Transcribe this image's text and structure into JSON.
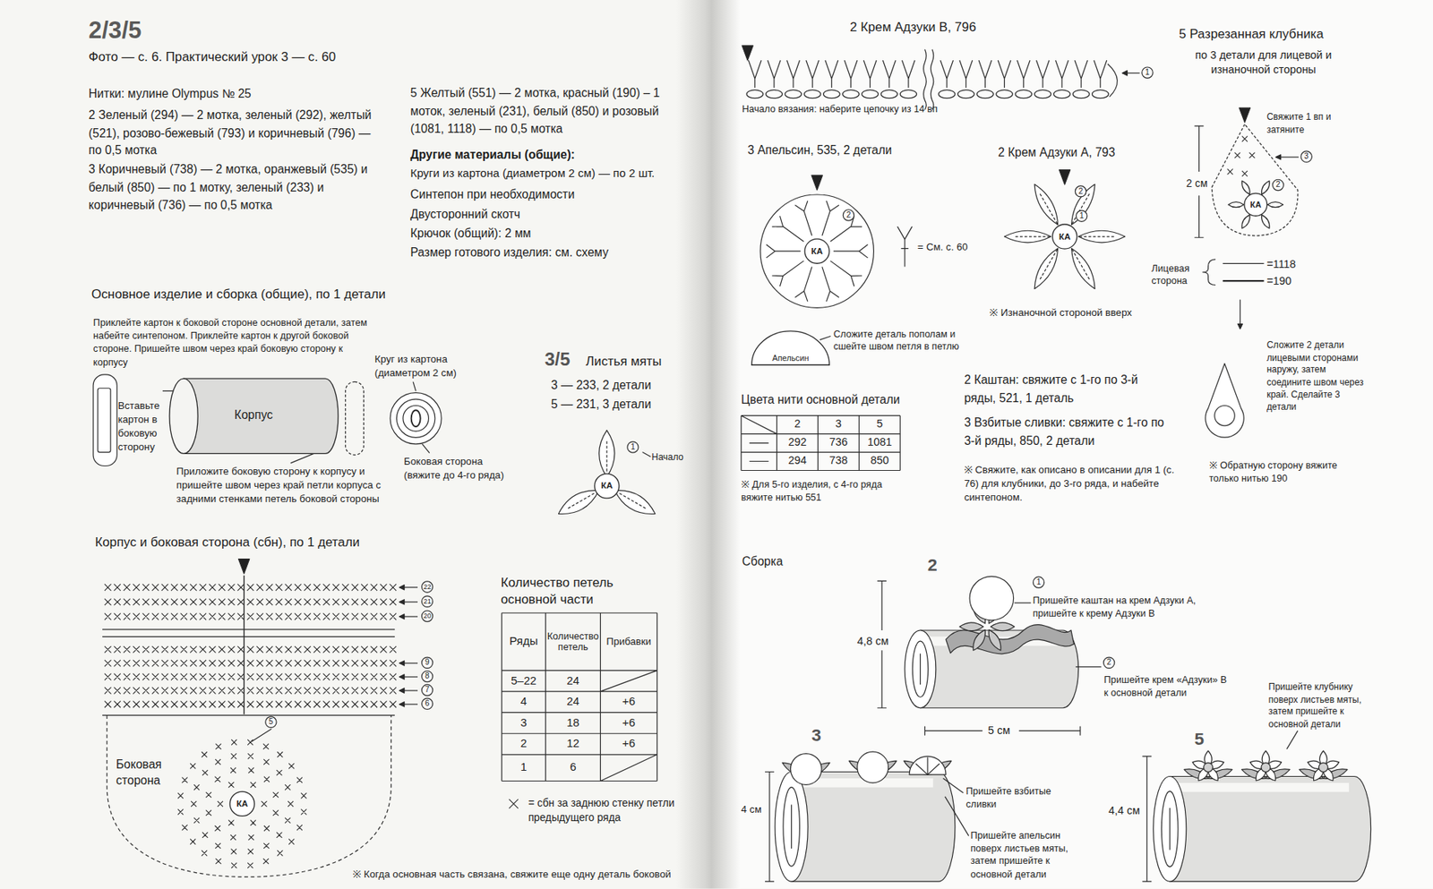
{
  "diagram": {
    "title": "2/3/5",
    "nodes": [
      {
        "text": [
          "Корпус"
        ]
      },
      {
        "text": [
          "КА"
        ]
      },
      {
        "text": [
          "КА"
        ]
      },
      {
        "text": [
          "КА"
        ]
      },
      {
        "text": [
          "КА"
        ]
      },
      {
        "text": [
          "КА"
        ]
      },
      {
        "text": [
          "Апельсин"
        ]
      }
    ],
    "labels": [
      "Фото — с. 6. Практический урок 3 — с. 60",
      "Нитки: мулине Olympus № 25",
      "2 Зеленый (294) — 2 мотка, зеленый (292), желтый (521), розово-бежевый (793) и коричневый (796) — по 0,5 мотка",
      "3 Коричневый (738) — 2 мотка, оранжевый (535) и белый (850) — по 1 мотку, зеленый (233) и коричневый (736) — по 0,5 мотка",
      "5 Желтый (551) — 2 мотка, красный (190) – 1 моток, зеленый (231), белый (850) и розовый (1081, 1118) — по 0,5 мотка",
      "Другие материалы (общие):",
      "Круги из картона (диаметром 2 см) — по 2 шт.",
      "Синтепон при необходимости",
      "Двусторонний скотч",
      "Крючок (общий): 2 мм",
      "Размер готового изделия: см. схему",
      "Основное изделие и сборка (общие), по 1 детали",
      "Приклейте картон к боковой стороне основной детали, затем набейте синтепоном. Приклейте картон к другой боковой стороне. Пришейте швом через край боковую сторону к корпусу",
      "Вставьте картон в боковую сторону",
      "Круг из картона (диаметром 2 см)",
      "Приложите боковую сторону к корпусу и пришейте швом через край петли корпуса с задними стенками петель боковой стороны",
      "Боковая сторона (вяжите до 4-го ряда)",
      "3/5",
      "Листья мяты",
      "3 — 233, 2 детали",
      "5 — 231, 3 детали",
      "1",
      "Начало",
      "Корпус и боковая сторона (сбн), по 1 детали",
      "22",
      "21",
      "20",
      "9",
      "8",
      "7",
      "6",
      "Боковая сторона",
      "5",
      "Количество петель основной части",
      "Ряды",
      "Количество петель",
      "Прибавки",
      "5–22",
      "24",
      "4",
      "24",
      "+6",
      "3",
      "18",
      "+6",
      "2",
      "12",
      "+6",
      "1",
      "6",
      "= сбн за заднюю стенку петли предыдущего ряда",
      "※ Когда основная часть связана, свяжите еще одну деталь боковой",
      "2 Крем Адзуки B, 796",
      "1",
      "Начало вязания: наберите цепочку из 14 вп",
      "5 Разрезанная клубника",
      "по 3 детали для лицевой и изнаночной стороны",
      "Свяжите 1 вп и затяните",
      "3",
      "2 см",
      "2",
      "Лицевая сторона",
      "=1118",
      "=190",
      "Сложите 2 детали лицевыми сторонами наружу, затем соедините швом через край. Сделайте 3 детали",
      "※ Обратную сторону вяжите только нитью 190",
      "3 Апельсин, 535, 2 детали",
      "2",
      "= См. с. 60",
      "2 Крем Адзуки А, 793",
      "2",
      "1",
      "※ Изнаночной стороной вверх",
      "Сложите деталь пополам и сшейте швом петля в петлю",
      "Цвета нити основной детали",
      "2",
      "3",
      "5",
      "292",
      "736",
      "1081",
      "294",
      "738",
      "850",
      "※ Для 5-го изделия, с 4-го ряда вяжите нитью 551",
      "2 Каштан: свяжите с 1-го по 3-й ряды, 521, 1 деталь",
      "3 Взбитые сливки: свяжите с 1-го по 3-й ряды, 850, 2 детали",
      "※ Свяжите, как описано в описании для 1 (с. 76) для клубники, до 3-го ряда, и набейте синтепоном.",
      "Сборка",
      "2",
      "1",
      "Пришейте каштан на крем Адзуки А, пришейте к крему Адзуки B",
      "4,8 см",
      "2",
      "Пришейте крем «Адзуки» B к основной детали",
      "5 см",
      "3",
      "4 см",
      "Пришейте взбитые сливки",
      "Пришейте апельсин поверх листьев мяты, затем пришейте к основной детали",
      "5",
      "4,4 см",
      "Пришейте клубнику поверх листьев мяты, затем пришейте к основной детали"
    ]
  }
}
